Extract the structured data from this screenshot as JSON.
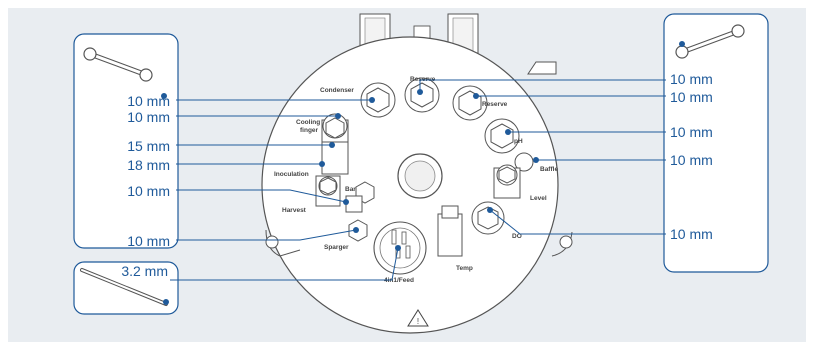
{
  "measurements": {
    "left": [
      "10 mm",
      "10 mm",
      "15 mm",
      "18 mm",
      "10 mm",
      "10 mm",
      "3.2 mm"
    ],
    "right": [
      "10 mm",
      "10 mm",
      "10 mm",
      "10 mm",
      "10 mm"
    ]
  },
  "ports": {
    "condenser": "Condenser",
    "reserve_top": "Reserve",
    "reserve": "Reserve",
    "cooling_finger": "Cooling\nfinger",
    "ph": "pH",
    "baffle": "Baffle",
    "inoculation": "Inoculation",
    "bar": "Bar",
    "level": "Level",
    "harvest": "Harvest",
    "do": "DO",
    "sparger": "Sparger",
    "temp": "Temp",
    "feed": "4in1/Feed"
  },
  "colors": {
    "background": "#e9edf1",
    "panel_border": "#1f5a9a",
    "leader": "#1f5a9a",
    "dot": "#1f5a9a",
    "text": "#1f5a9a"
  },
  "icons": [
    "wrench-icon",
    "wrench-icon",
    "hex-key-icon",
    "hazard-warning-icon"
  ]
}
